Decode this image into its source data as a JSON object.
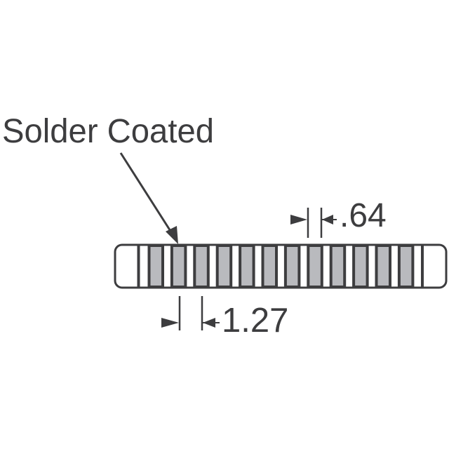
{
  "diagram": {
    "callout_label": "Solder Coated",
    "dimensions": {
      "pad_width": ".64",
      "pitch": "1.27"
    },
    "connector": {
      "pad_count": 12,
      "pad_color": "#b9babe",
      "stroke_color": "#3d3d3f",
      "background": "#ffffff"
    }
  }
}
